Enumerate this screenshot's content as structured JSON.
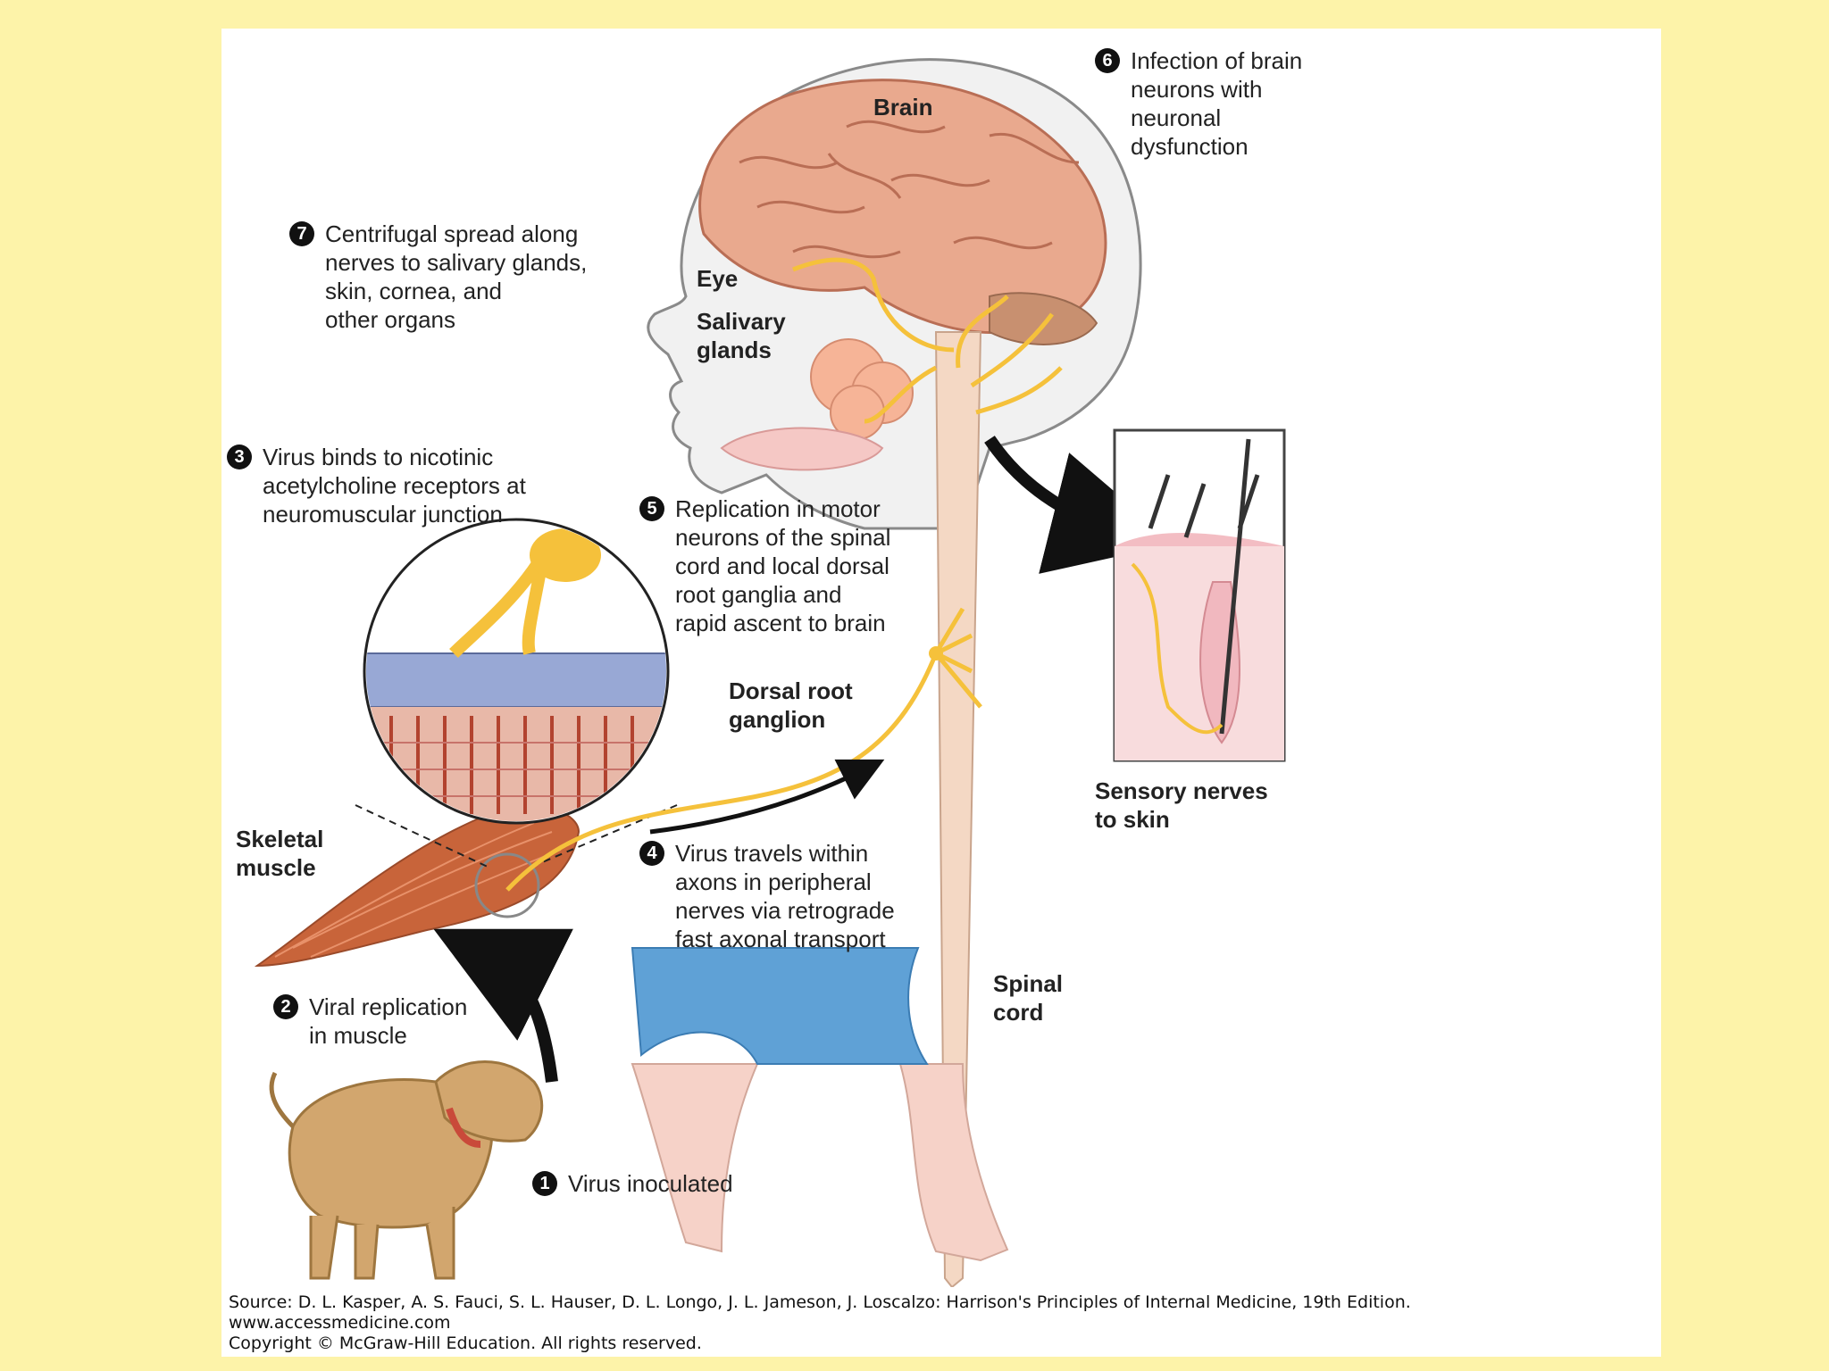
{
  "colors": {
    "background": "#FDF3A9",
    "panel": "#FFFFFF",
    "nerve": "#F5C13B",
    "brain": "#E9A98E",
    "muscle": "#C8643A",
    "skin": "#F3D8D1",
    "shorts": "#5FA1D6",
    "dog": "#D2A66E"
  },
  "labels": {
    "brain": "Brain",
    "eye": "Eye",
    "salivary": [
      "Salivary",
      "glands"
    ],
    "dorsal_root": [
      "Dorsal root",
      "ganglion"
    ],
    "skeletal_muscle": [
      "Skeletal",
      "muscle"
    ],
    "spinal_cord": [
      "Spinal",
      "cord"
    ],
    "sensory_nerves": [
      "Sensory nerves",
      "to skin"
    ]
  },
  "steps": [
    {
      "num": "1",
      "lines": [
        "Virus inoculated"
      ]
    },
    {
      "num": "2",
      "lines": [
        "Viral replication",
        "in muscle"
      ]
    },
    {
      "num": "3",
      "lines": [
        "Virus binds to nicotinic",
        "acetylcholine receptors at",
        "neuromuscular junction"
      ]
    },
    {
      "num": "4",
      "lines": [
        "Virus travels within",
        "axons in peripheral",
        "nerves via retrograde",
        "fast axonal transport"
      ]
    },
    {
      "num": "5",
      "lines": [
        "Replication in motor",
        "neurons of the spinal",
        "cord and local dorsal",
        "root ganglia and",
        "rapid ascent to brain"
      ]
    },
    {
      "num": "6",
      "lines": [
        "Infection of brain",
        "neurons with",
        "neuronal",
        "dysfunction"
      ]
    },
    {
      "num": "7",
      "lines": [
        "Centrifugal spread along",
        "nerves to salivary glands,",
        "skin, cornea, and",
        "other organs"
      ]
    }
  ],
  "source": {
    "line1": "Source: D. L. Kasper, A. S. Fauci, S. L. Hauser, D. L. Longo, J. L. Jameson, J. Loscalzo: Harrison's Principles of Internal Medicine, 19th Edition.",
    "line2": "www.accessmedicine.com",
    "line3": "Copyright © McGraw-Hill Education.  All rights reserved."
  }
}
